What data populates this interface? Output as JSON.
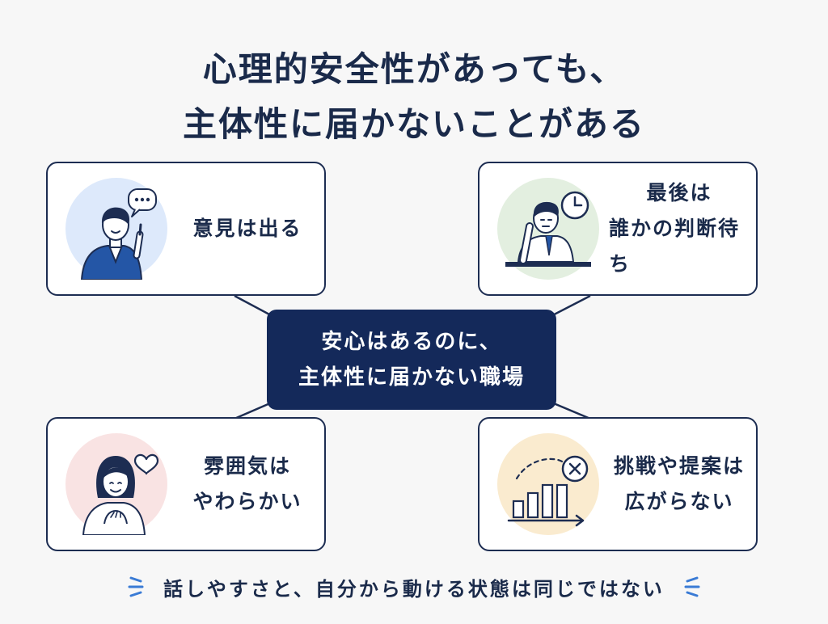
{
  "title": {
    "line1": "心理的安全性があっても、",
    "line2": "主体性に届かないことがある"
  },
  "center": {
    "line1": "安心はあるのに、",
    "line2": "主体性に届かない職場"
  },
  "cards": {
    "top_left": {
      "line1": "意見は出る",
      "line2": "",
      "icon": "speaking-person-icon",
      "circle_color": "#dde9fb"
    },
    "top_right": {
      "line1": "最後は",
      "line2": "誰かの判断待ち",
      "icon": "waiting-person-clock-icon",
      "circle_color": "#e3efe0"
    },
    "bottom_left": {
      "line1": "雰囲気は",
      "line2": "やわらかい",
      "icon": "smiling-woman-heart-icon",
      "circle_color": "#f9e3e3"
    },
    "bottom_right": {
      "line1": "挑戦や提案は",
      "line2": "広がらない",
      "icon": "stalled-chart-x-icon",
      "circle_color": "#faebcf"
    }
  },
  "footer": {
    "text": "話しやすさと、自分から動ける状態は同じではない"
  },
  "colors": {
    "navy": "#14295a",
    "accent_blue": "#3a7bd5",
    "text": "#1a2a4a",
    "background": "#f7f7f7"
  }
}
